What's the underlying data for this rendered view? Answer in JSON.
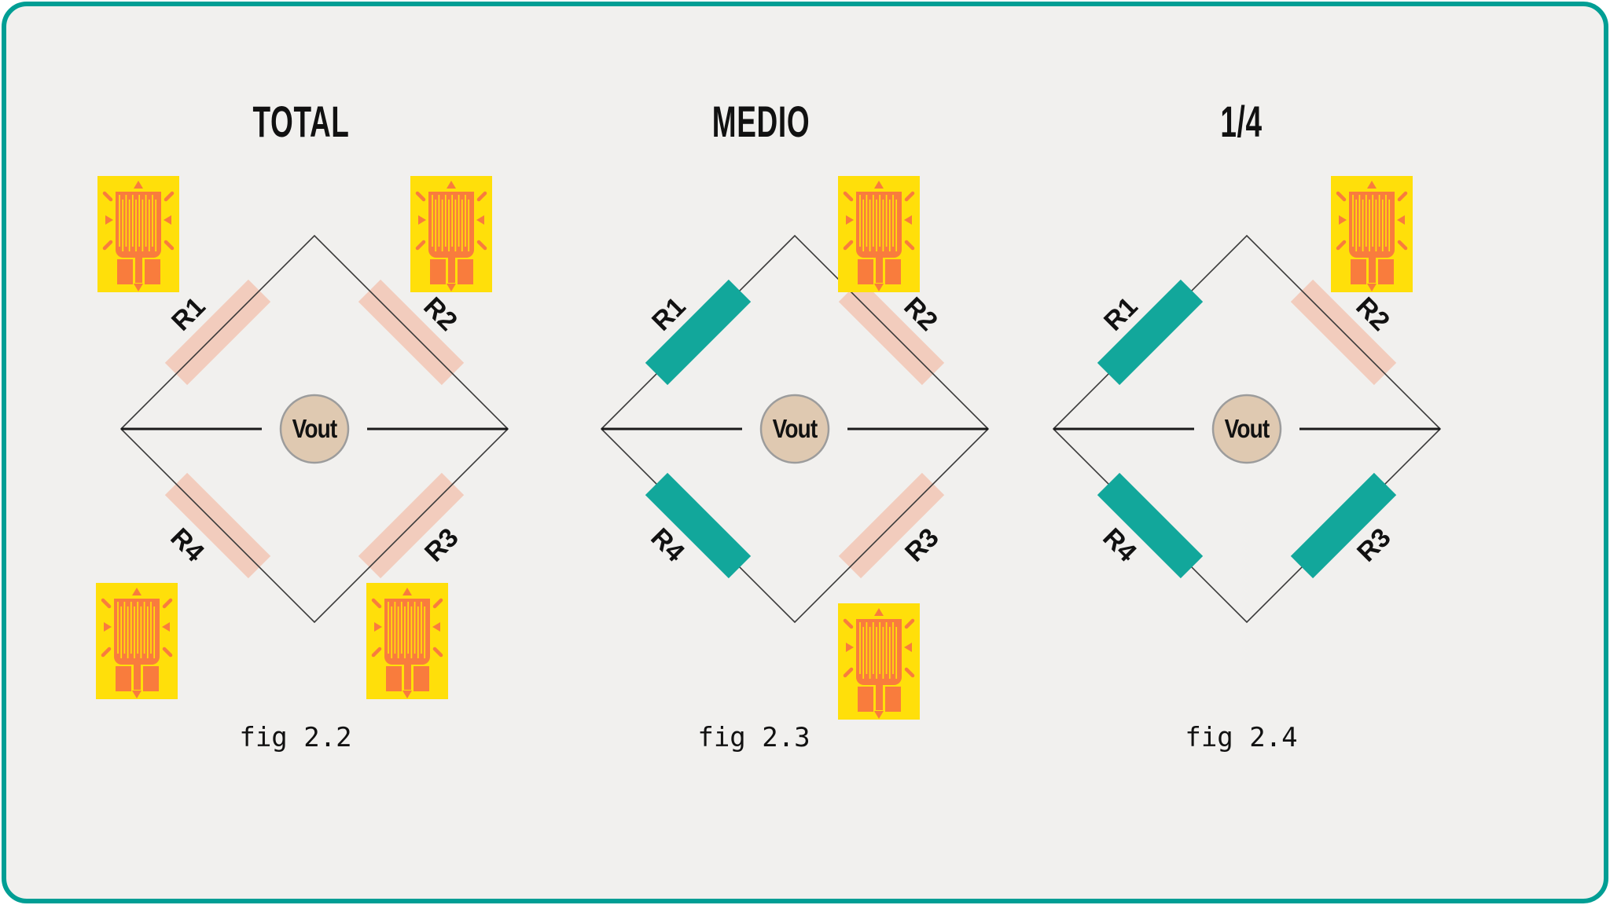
{
  "colors": {
    "frame_teal": "#009E94",
    "canvas_bg": "#F1F0EE",
    "active_pink": "rgba(242,198,180,0.85)",
    "fixed_teal": "#12A79B",
    "gauge_yellow": "#FFDF0A",
    "gauge_orange": "#F97C3D",
    "vout_fill": "#DFC9B1",
    "vout_stroke": "#9C9C9C",
    "wire": "#3A3A3A",
    "wire_dark": "#1A1A1A",
    "ink": "#111111"
  },
  "figures": [
    {
      "id": "total",
      "title": "TOTAL",
      "caption": "fig 2.2",
      "vout_label": "Vout",
      "bridge_type": "full bridge (4 active strain gauges)",
      "resistors": [
        {
          "label": "R1",
          "type": "active-strain-gauge"
        },
        {
          "label": "R2",
          "type": "active-strain-gauge"
        },
        {
          "label": "R3",
          "type": "active-strain-gauge"
        },
        {
          "label": "R4",
          "type": "active-strain-gauge"
        }
      ],
      "gauges": [
        "top-left",
        "top-right",
        "bottom-left",
        "bottom-right"
      ]
    },
    {
      "id": "medio",
      "title": "MEDIO",
      "caption": "fig 2.3",
      "vout_label": "Vout",
      "bridge_type": "half bridge (2 active strain gauges)",
      "resistors": [
        {
          "label": "R1",
          "type": "fixed-resistor"
        },
        {
          "label": "R2",
          "type": "active-strain-gauge"
        },
        {
          "label": "R3",
          "type": "active-strain-gauge"
        },
        {
          "label": "R4",
          "type": "fixed-resistor"
        }
      ],
      "gauges": [
        "top-right",
        "bottom-right"
      ]
    },
    {
      "id": "quarter",
      "title": "1/4",
      "caption": "fig 2.4",
      "vout_label": "Vout",
      "bridge_type": "quarter bridge (1 active strain gauge)",
      "resistors": [
        {
          "label": "R1",
          "type": "fixed-resistor"
        },
        {
          "label": "R2",
          "type": "active-strain-gauge"
        },
        {
          "label": "R3",
          "type": "fixed-resistor"
        },
        {
          "label": "R4",
          "type": "fixed-resistor"
        }
      ],
      "gauges": [
        "top-right"
      ]
    }
  ]
}
